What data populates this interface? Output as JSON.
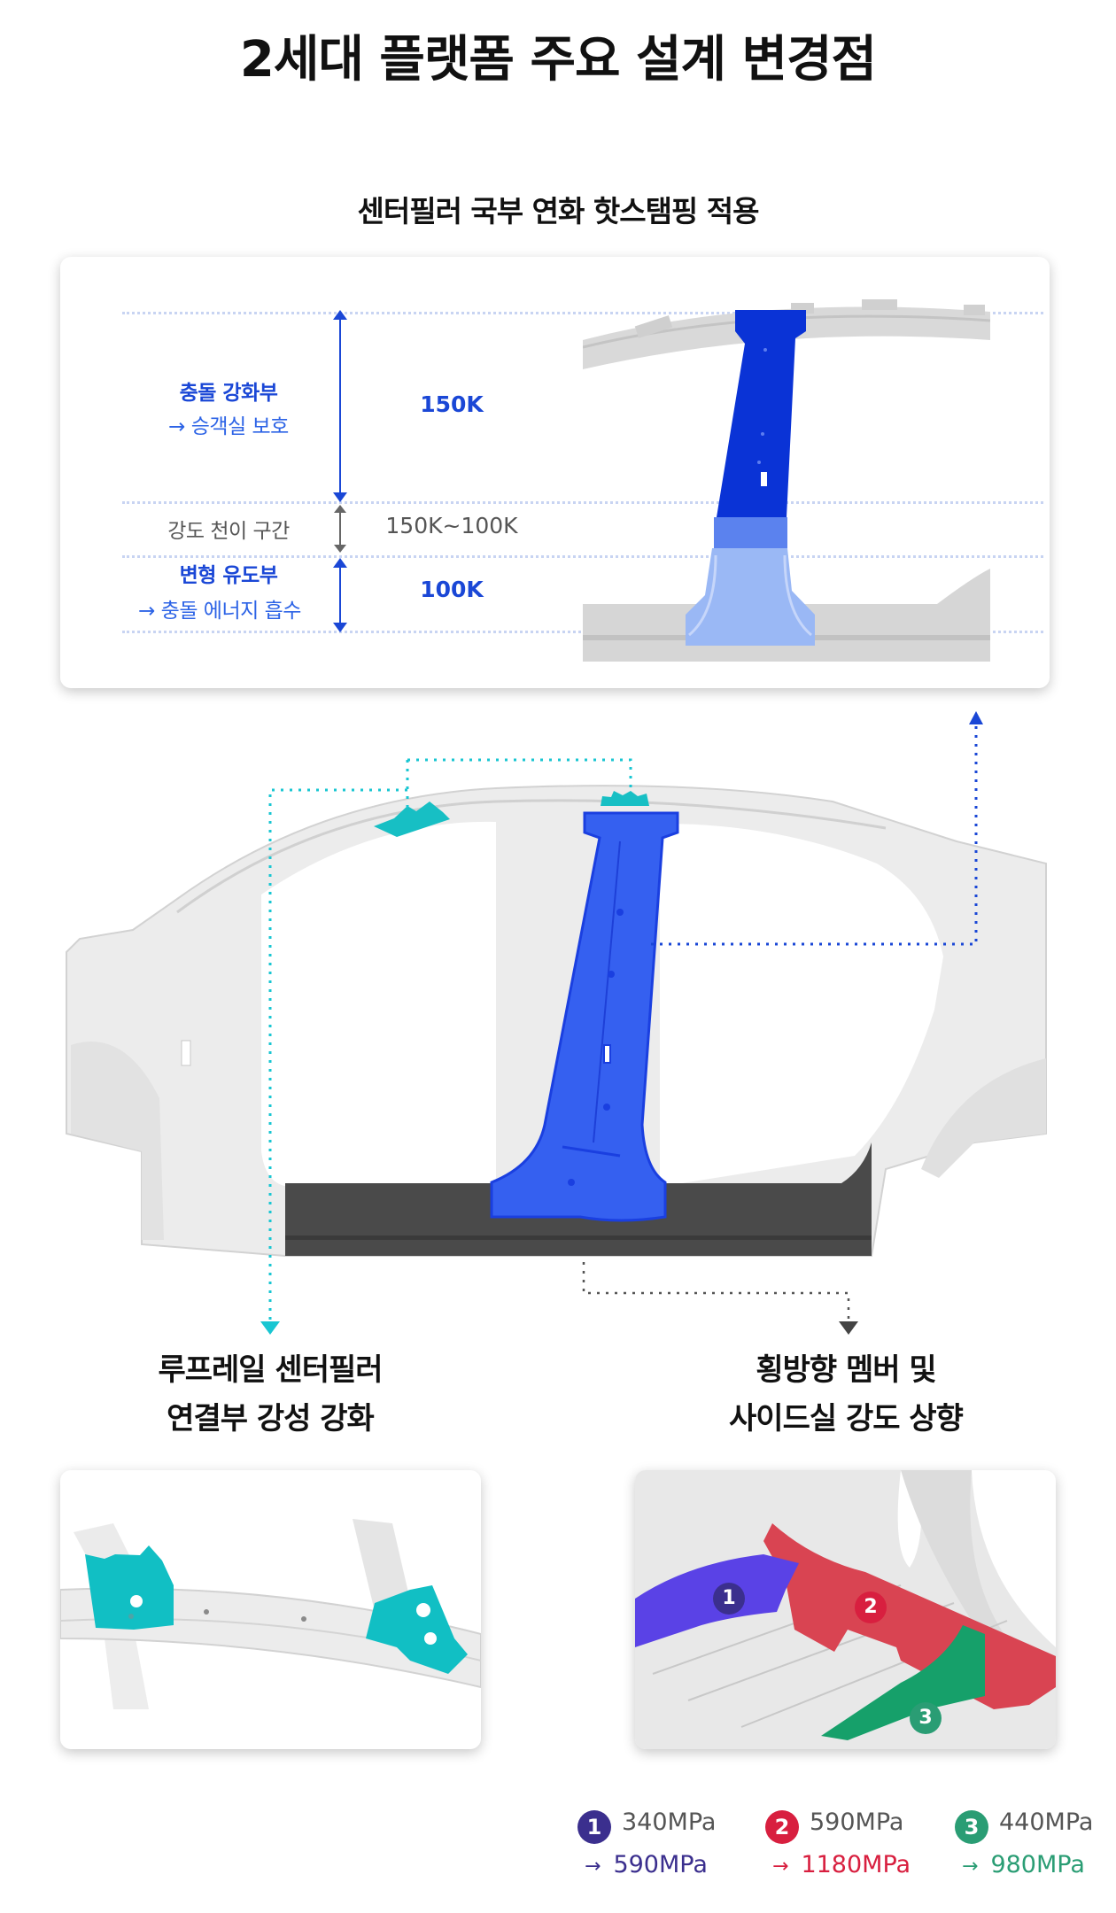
{
  "title": "2세대 플랫폼 주요 설계 변경점",
  "top_section": {
    "heading": "센터필러 국부 연화 핫스탬핑 적용",
    "zones": [
      {
        "label": "충돌 강화부",
        "sub": "→ 승객실 보호",
        "value": "150K"
      },
      {
        "label": "강도 천이 구간",
        "value": "150K~100K"
      },
      {
        "label": "변형 유도부",
        "sub": "→ 충돌 에너지 흡수",
        "value": "100K"
      }
    ]
  },
  "bottom_left": {
    "heading_line1": "루프레일 센터필러",
    "heading_line2": "연결부 강성 강화"
  },
  "bottom_right": {
    "heading_line1": "횡방향 멤버 및",
    "heading_line2": "사이드실 강도 상향",
    "markers": [
      "1",
      "2",
      "3"
    ]
  },
  "legend": [
    {
      "num": "1",
      "from": "340MPa",
      "arrow": "→",
      "to": "590MPa",
      "color": "#3b2f8e"
    },
    {
      "num": "2",
      "from": "590MPa",
      "arrow": "→",
      "to": "1180MPa",
      "color": "#d81f3f"
    },
    {
      "num": "3",
      "from": "440MPa",
      "arrow": "→",
      "to": "980MPa",
      "color": "#2a9d74"
    }
  ],
  "colors": {
    "pillar_blue": "#1a3fe0",
    "pillar_light_blue": "#8fb0f5",
    "roof_joint_cyan": "#14c3c8",
    "side_sill_dark": "#4a4a4a",
    "member_purple": "#5b45e6",
    "member_red": "#d9404f",
    "member_green": "#19a06a"
  }
}
